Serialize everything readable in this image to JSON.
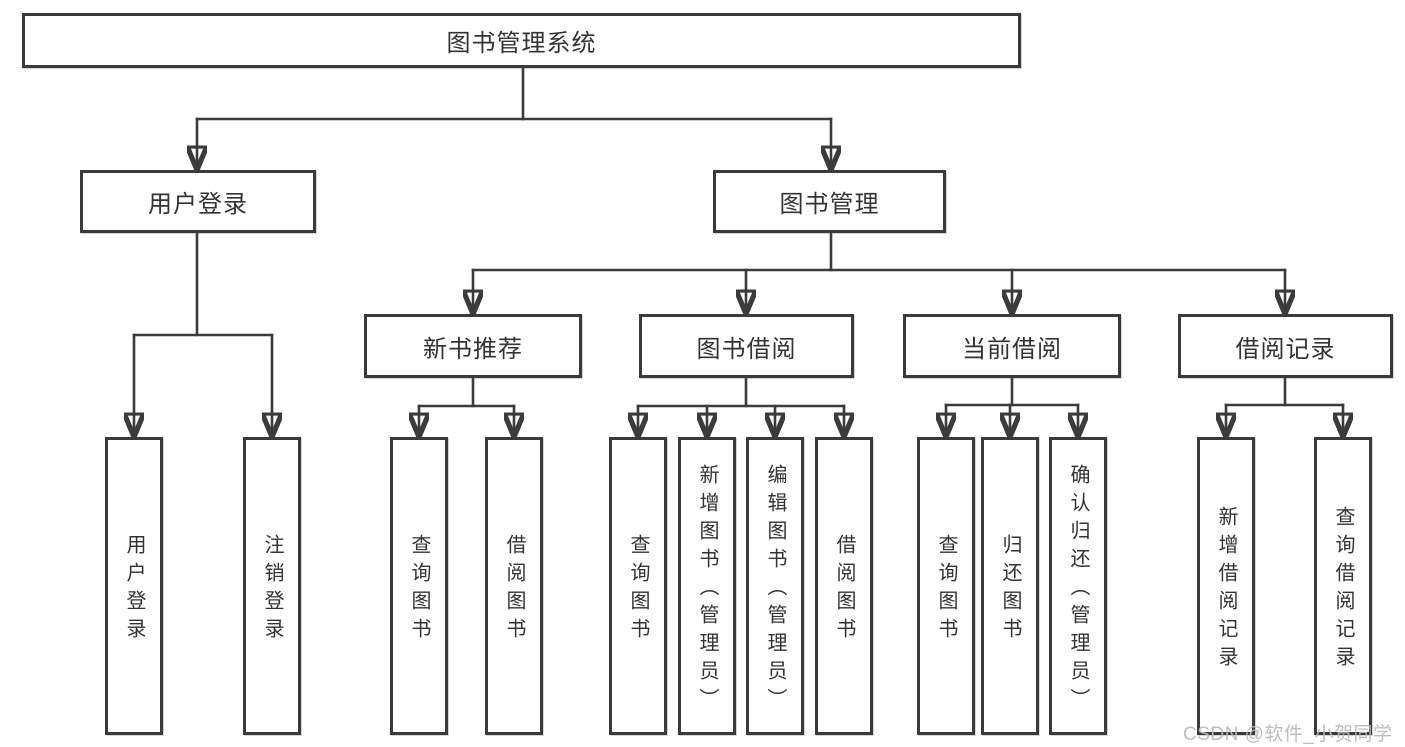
{
  "diagram": {
    "title": "图书管理系统",
    "branches": [
      {
        "label": "用户登录",
        "leaves": [
          "用户登录",
          "注销登录"
        ]
      },
      {
        "label": "图书管理",
        "groups": [
          {
            "label": "新书推荐",
            "leaves": [
              "查询图书",
              "借阅图书"
            ]
          },
          {
            "label": "图书借阅",
            "leaves": [
              "查询图书",
              "新增图书（管理员）",
              "编辑图书（管理员）",
              "借阅图书"
            ]
          },
          {
            "label": "当前借阅",
            "leaves": [
              "查询图书",
              "归还图书",
              "确认归还（管理员）"
            ]
          },
          {
            "label": "借阅记录",
            "leaves": [
              "新增借阅记录",
              "查询借阅记录"
            ]
          }
        ]
      }
    ]
  },
  "watermark": "CSDN @软件_小贺同学",
  "colors": {
    "line": "#3b3b3b",
    "box_border": "#3a3a3a",
    "text": "#333333",
    "background": "#ffffff",
    "watermark_text": "#b9b9b9"
  }
}
